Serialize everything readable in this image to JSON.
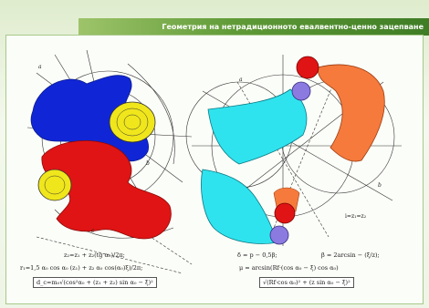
{
  "title": "Геометрия на нетрадиционното евалвентно-ценно зацепване",
  "colors": {
    "blue": "#1026d6",
    "yellow": "#f0e61c",
    "red": "#e01414",
    "cyan": "#2fe3ee",
    "orange": "#f57a3c",
    "violet": "#8b7ae0",
    "title_green": "#4f8d2d"
  },
  "left_formulas": {
    "f1": "z₂=z₁ + z₂(tg α₀)/2π;",
    "f2": "r₁=1,5 α₀ cos α₀ (z₁) + z₂ α₀ cos(α₀)ξ)/2π;",
    "f3": "d_c=m₀√(cos²α₀ + (z₁ + z₂) sin α₀ − ξ)²"
  },
  "right_formulas": {
    "f1": "δ = p − 0,5β;",
    "f2": "β = 2arcsin − (ξ/z);",
    "f3": "μ = arcsin(Rf·(cos α₀ − ξ) cos α₀)",
    "f4": "√(Rf·cos α₀)² + (z sin α₀ − ξ)²",
    "side": "i=z₁=z₂"
  },
  "labels": {
    "left_a": "a",
    "left_b": "b",
    "left_c": "c",
    "right_a": "a",
    "right_b": "b"
  }
}
